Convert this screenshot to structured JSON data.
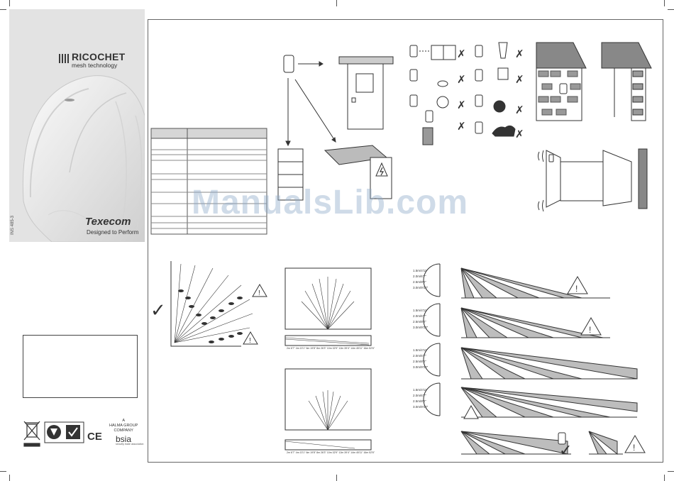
{
  "cover": {
    "brand_title": "RICOCHET",
    "brand_subtitle": "mesh technology",
    "company": "Texecom",
    "tagline": "Designed to Perform",
    "doc_ref": "INS 485-3"
  },
  "certifications": {
    "ce_mark": "CE",
    "halma_line1": "A",
    "halma_line2": "HALMA GROUP",
    "halma_line3": "COMPANY",
    "bsia": "bsia",
    "bsia_sub": "security trade association"
  },
  "watermark": "ManualsLib.com",
  "mounting_heights": [
    [
      "1.5m/4'11\"",
      "2.0m/6'7\"",
      "2.5m/8'2\"",
      "3.0m/9'10\""
    ],
    [
      "1.5m/4'11\"",
      "2.0m/6'7\"",
      "2.5m/8'2\"",
      "3.0m/9'10\""
    ],
    [
      "1.5m/4'11\"",
      "2.0m/6'7\"",
      "2.5m/8'2\"",
      "3.0m/9'10\""
    ],
    [
      "1.5m/4'11\"",
      "2.0m/6'7\"",
      "2.5m/8'2\"",
      "3.0m/9'10\""
    ]
  ],
  "range_ticks": [
    "2m 6'7\"",
    "4m 13'1\"",
    "6m 19'8\"",
    "8m 26'3\"",
    "10m 32'9\"",
    "12m 39'4\"",
    "14m 45'11\"",
    "16m 52'6\""
  ],
  "colors": {
    "cover_bg": "#e3e3e3",
    "line": "#333333",
    "shade": "#bdbdbd",
    "watermark": "#8caac8"
  }
}
